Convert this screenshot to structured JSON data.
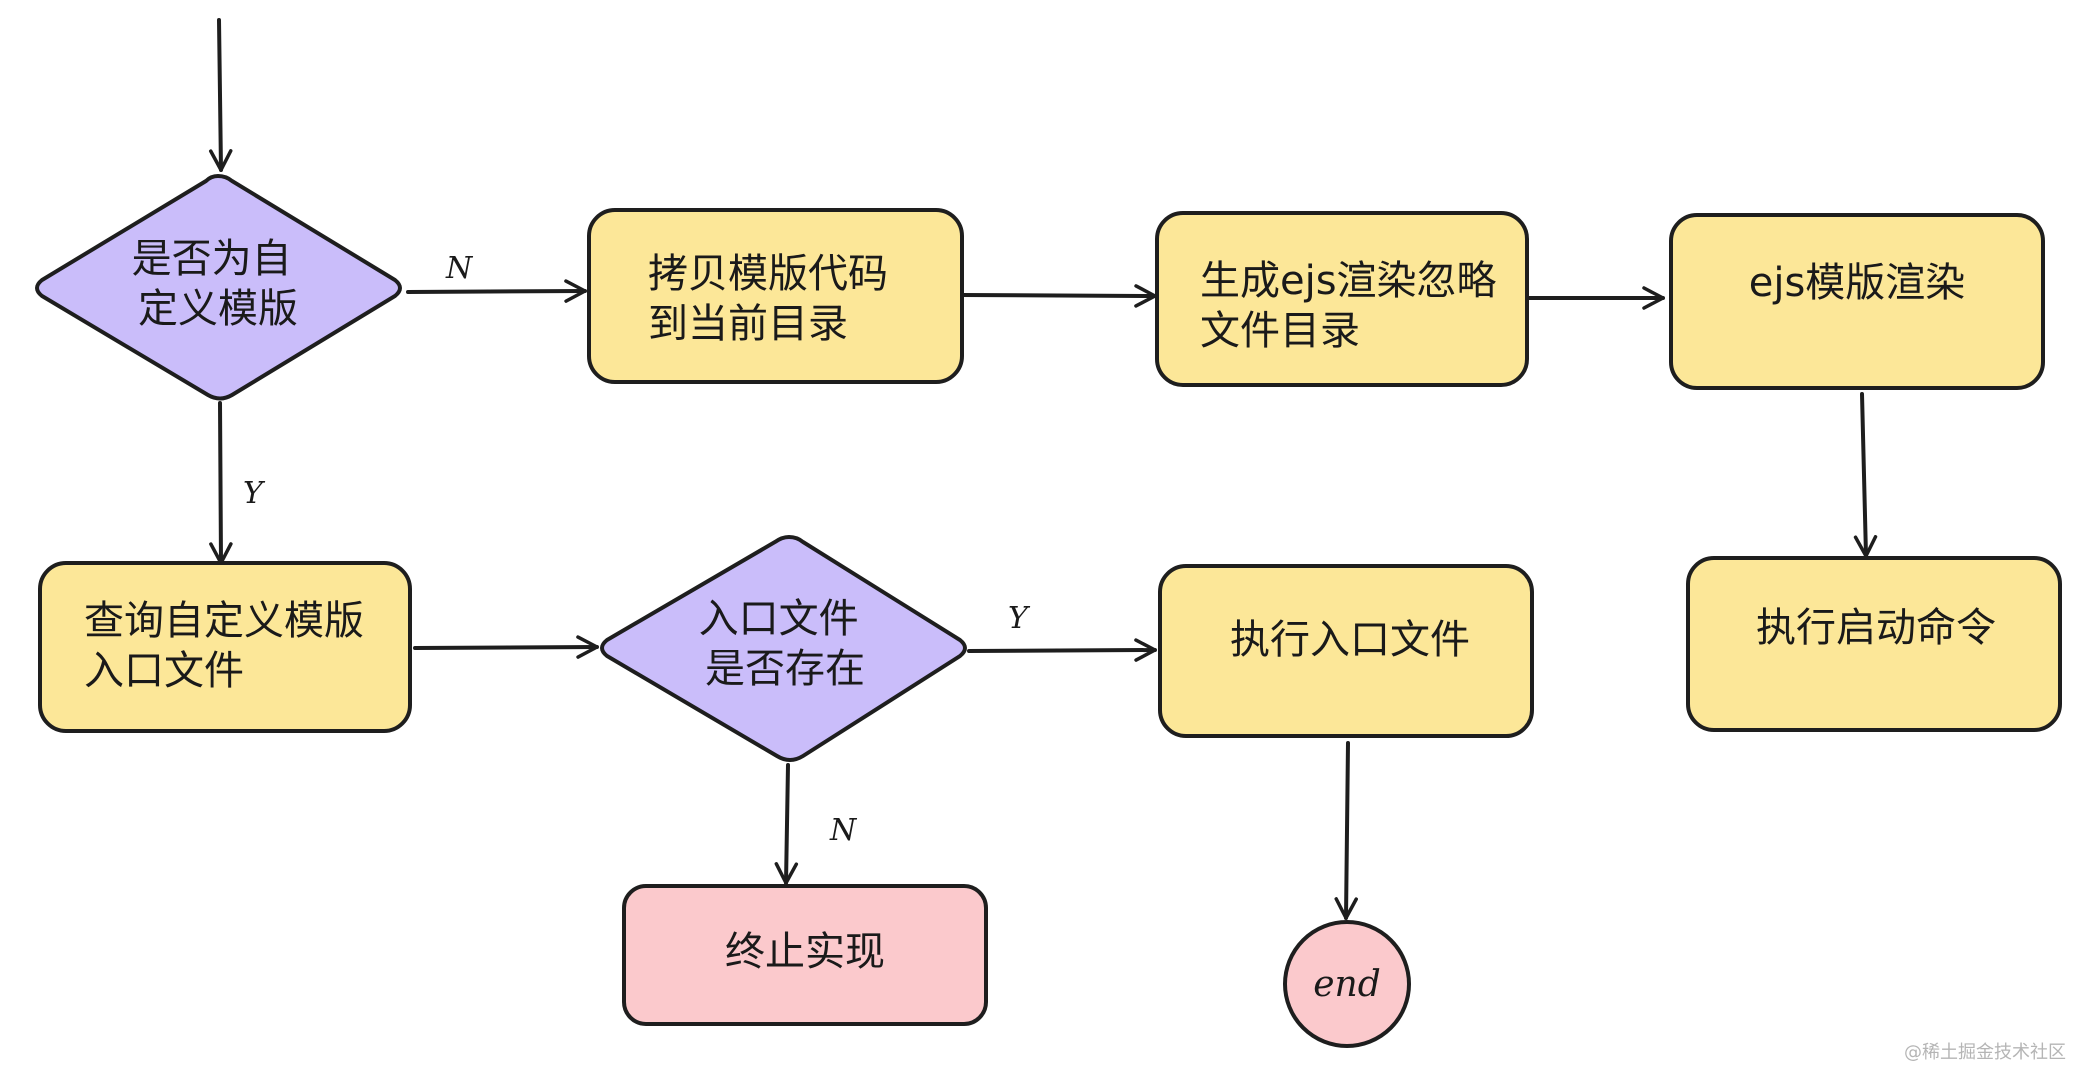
{
  "diagram": {
    "nodes": {
      "is_custom": {
        "lines": [
          "是否为自",
          "定义模版"
        ],
        "shape": "diamond",
        "fill": "#cabdfa"
      },
      "copy_template": {
        "lines": [
          "拷贝模版代码",
          "到当前目录"
        ],
        "shape": "rect",
        "fill": "#fce798"
      },
      "gen_ignore": {
        "lines": [
          "生成ejs渲染忽略",
          "文件目录"
        ],
        "shape": "rect",
        "fill": "#fce798"
      },
      "ejs_render": {
        "lines": [
          "ejs模版渲染"
        ],
        "shape": "rect",
        "fill": "#fce798"
      },
      "run_start": {
        "lines": [
          "执行启动命令"
        ],
        "shape": "rect",
        "fill": "#fce798"
      },
      "query_entry": {
        "lines": [
          "查询自定义模版",
          "入口文件"
        ],
        "shape": "rect",
        "fill": "#fce798"
      },
      "entry_exists": {
        "lines": [
          "入口文件",
          "是否存在"
        ],
        "shape": "diamond",
        "fill": "#cabdfa"
      },
      "run_entry": {
        "lines": [
          "执行入口文件"
        ],
        "shape": "rect",
        "fill": "#fce798"
      },
      "abort": {
        "lines": [
          "终止实现"
        ],
        "shape": "rect",
        "fill": "#fbc9cc"
      },
      "end": {
        "lines": [
          "end"
        ],
        "shape": "circle",
        "fill": "#fbc9cc"
      }
    },
    "edge_labels": {
      "is_custom_no": "N",
      "is_custom_yes": "Y",
      "entry_exists_yes": "Y",
      "entry_exists_no": "N"
    },
    "watermark": "@稀土掘金技术社区"
  }
}
